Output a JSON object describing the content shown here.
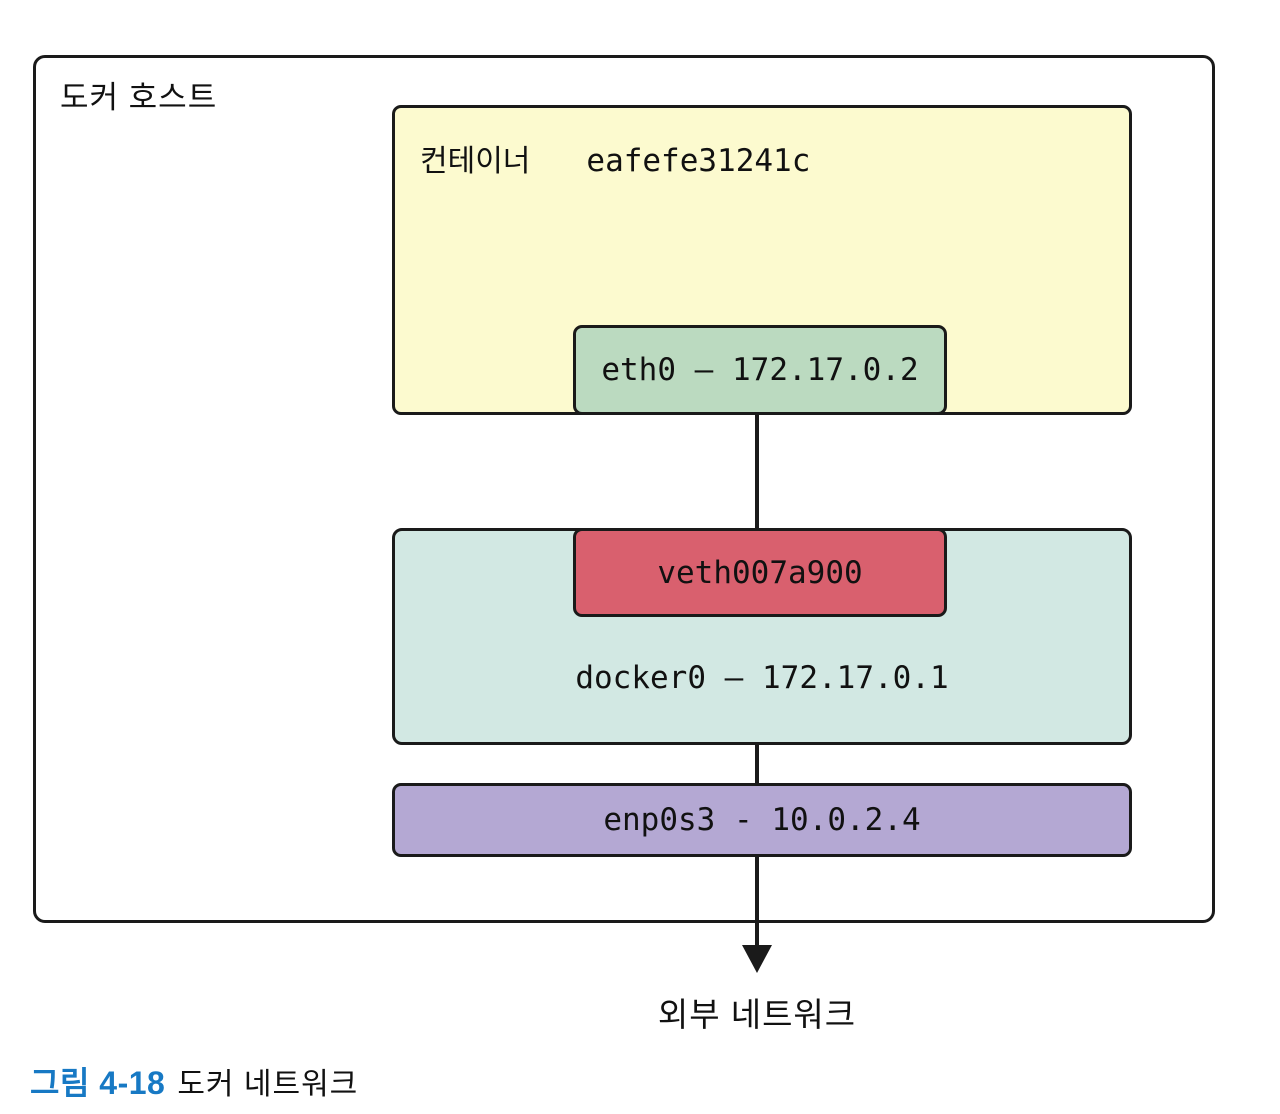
{
  "diagram": {
    "host_label": "도커 호스트",
    "container_label": "컨테이너",
    "container_id": "eafefe31241c",
    "eth0_label": "eth0 – 172.17.0.2",
    "veth_label": "veth007a900",
    "docker0_label": "docker0 – 172.17.0.1",
    "nic_label": "enp0s3 - 10.0.2.4",
    "external_label": "외부 네트워크"
  },
  "caption": {
    "figure_label": "그림 4-18",
    "figure_title": "도커 네트워크"
  },
  "colors": {
    "container_fill": "#FCFACF",
    "eth0_fill": "#BBDAC0",
    "bridge_fill": "#D2E8E3",
    "veth_fill": "#D9606E",
    "nic_fill": "#B4A8D3",
    "line_color": "#1A1A1A",
    "figure_label_blue": "#1779C4"
  }
}
